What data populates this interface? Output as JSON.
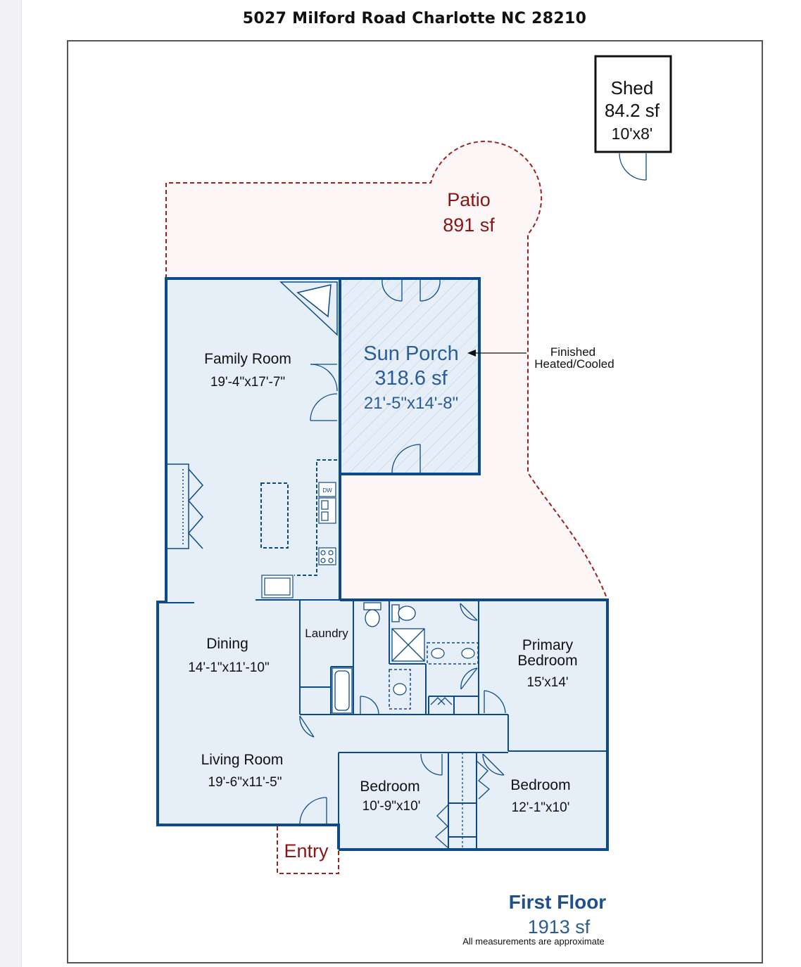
{
  "title": "5027 Milford Road Charlotte NC 28210",
  "shed": {
    "name": "Shed",
    "area": "84.2 sf",
    "dims": "10'x8'"
  },
  "patio": {
    "name": "Patio",
    "area": "891 sf"
  },
  "sun_porch": {
    "name": "Sun Porch",
    "area": "318.6 sf",
    "dims": "21'-5\"x14'-8\""
  },
  "callout": {
    "line1": "Finished",
    "line2": "Heated/Cooled"
  },
  "rooms": {
    "family_room": {
      "name": "Family Room",
      "dims": "19'-4\"x17'-7\""
    },
    "dining": {
      "name": "Dining",
      "dims": "14'-1\"x11'-10\""
    },
    "laundry": {
      "name": "Laundry"
    },
    "primary_bedroom": {
      "line1": "Primary",
      "line2": "Bedroom",
      "dims": "15'x14'"
    },
    "living_room": {
      "name": "Living Room",
      "dims": "19'-6\"x11'-5\""
    },
    "bedroom_left": {
      "name": "Bedroom",
      "dims": "10'-9\"x10'"
    },
    "bedroom_right": {
      "name": "Bedroom",
      "dims": "12'-1\"x10'"
    }
  },
  "dishwasher_label": "DW",
  "entry": "Entry",
  "floor": {
    "name": "First Floor",
    "area": "1913 sf",
    "note": "All measurements are approximate"
  },
  "colors": {
    "wall": "#0d4a8a",
    "fill": "#e6eff8",
    "patio_outline": "#a02020",
    "patio_fill": "#fdf6f6",
    "red_text": "#8b1515",
    "blue_text": "#2a5d97"
  }
}
